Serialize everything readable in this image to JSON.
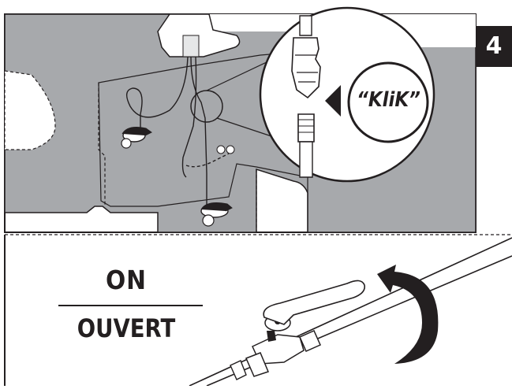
{
  "step": {
    "number": "4"
  },
  "valve_labels": {
    "on": "ON",
    "ouvert": "OUVERT"
  },
  "callout": {
    "sound": "“KliK”"
  },
  "colors": {
    "ink": "#231f20",
    "cabinet_gray": "#a7a9ac",
    "panel_white": "#ffffff"
  },
  "icons": [
    "connector-click-icon",
    "rotate-arrow-icon",
    "shutoff-valve-icon"
  ]
}
